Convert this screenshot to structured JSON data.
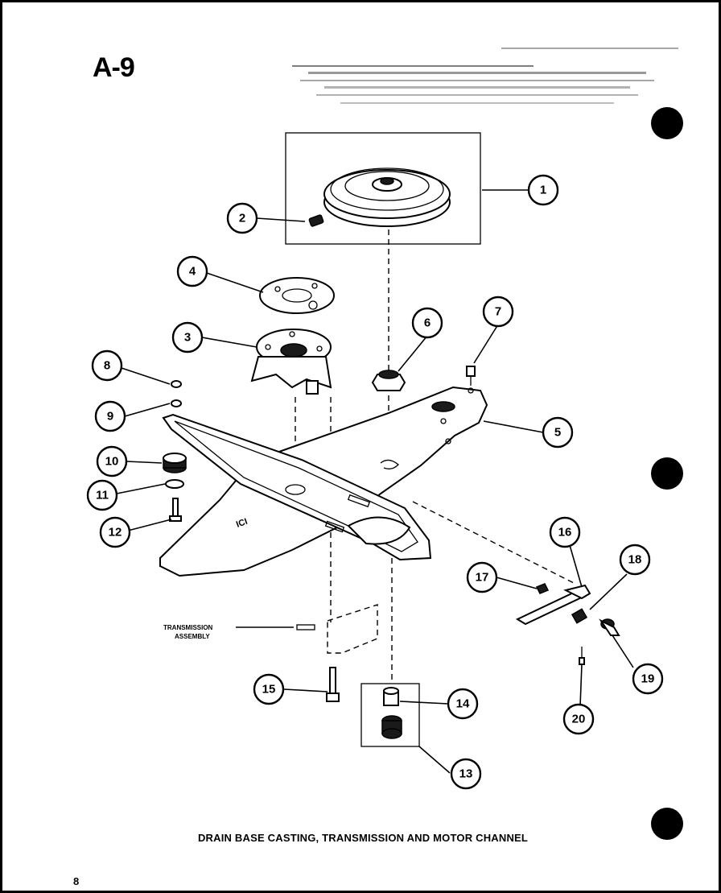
{
  "page_code": "A-9",
  "caption": "DRAIN BASE CASTING, TRANSMISSION AND MOTOR CHANNEL",
  "page_number": "8",
  "transmission_label": [
    "TRANSMISSION",
    "ASSEMBLY"
  ],
  "callouts": [
    "1",
    "2",
    "3",
    "4",
    "5",
    "6",
    "7",
    "8",
    "9",
    "10",
    "11",
    "12",
    "13",
    "14",
    "15",
    "16",
    "17",
    "18",
    "19",
    "20"
  ]
}
